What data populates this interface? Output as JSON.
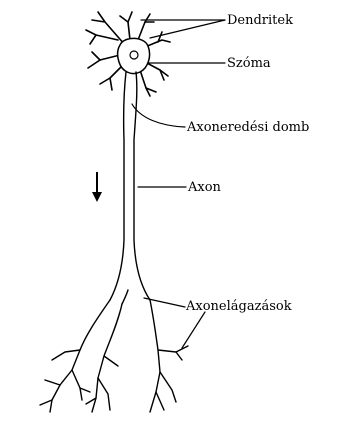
{
  "labels": {
    "dendritek": "Dendritek",
    "szoma": "Szóma",
    "axoneredesi_domb": "Axoneredési domb",
    "axon": "Axon",
    "axonelagazasok": "Axonelágazások"
  },
  "colors": {
    "ink": "#000000",
    "background": "#ffffff"
  },
  "icons": {
    "direction": "down-arrow-icon"
  }
}
